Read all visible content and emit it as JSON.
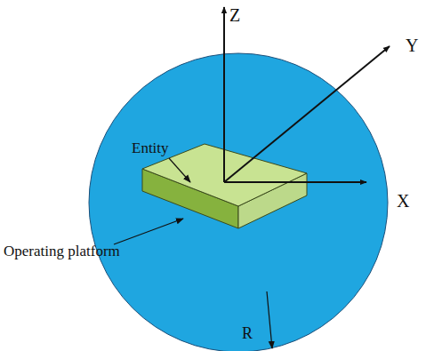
{
  "diagram": {
    "labels": [
      "Z",
      "Y",
      "X",
      "Entity",
      "Operating platform",
      "R"
    ]
  }
}
